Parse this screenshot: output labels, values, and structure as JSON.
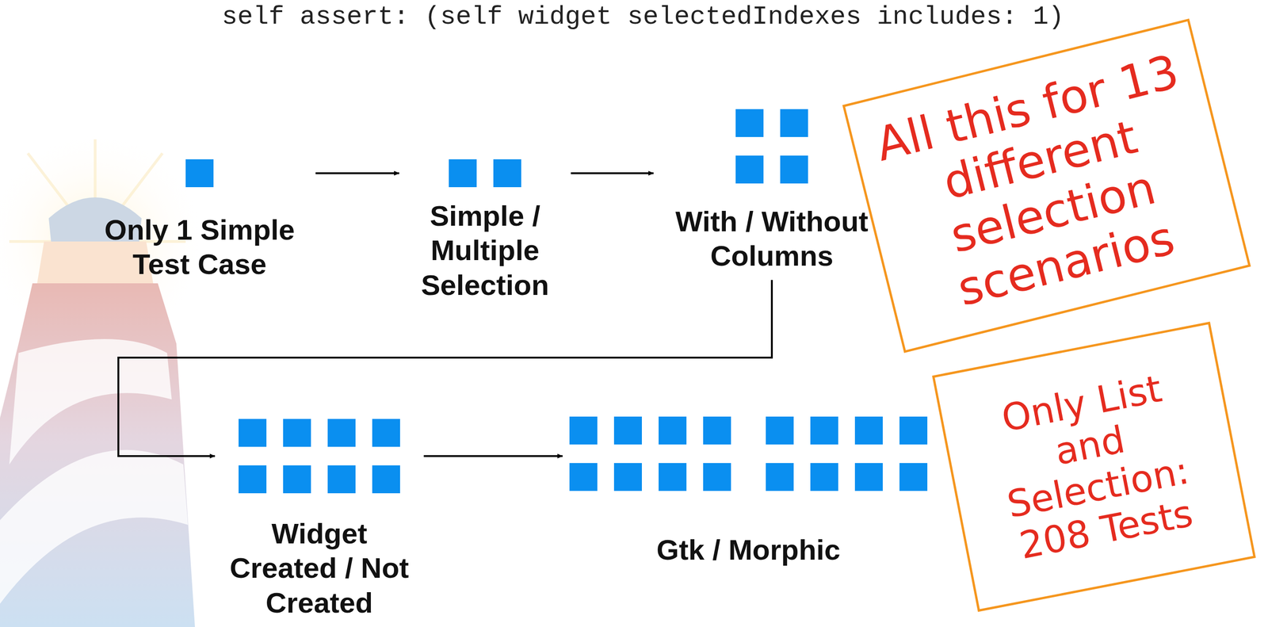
{
  "diagram": {
    "nodes": [
      {
        "text": [
          "Only 1 Simple Test Case"
        ]
      },
      {
        "text": [
          "Simple / Multiple Selection"
        ]
      },
      {
        "text": [
          "With / Without Columns"
        ]
      },
      {
        "text": [
          "Widget Created / Not Created"
        ]
      },
      {
        "text": [
          "Gtk / Morphic"
        ]
      },
      {
        "text": [
          "All this for 13 different selection scenarios"
        ]
      },
      {
        "text": [
          "Only List and Selection: 208 Tests"
        ]
      }
    ],
    "edges": [
      {
        "from": 0,
        "to": 1,
        "arrow": "to"
      },
      {
        "from": 1,
        "to": 2,
        "arrow": "to"
      },
      {
        "from": 2,
        "to": 3,
        "arrow": "to"
      },
      {
        "from": 3,
        "to": 4,
        "arrow": "to"
      }
    ],
    "labels": [
      "self assert: (self widget selectedIndexes includes: 1)"
    ]
  }
}
